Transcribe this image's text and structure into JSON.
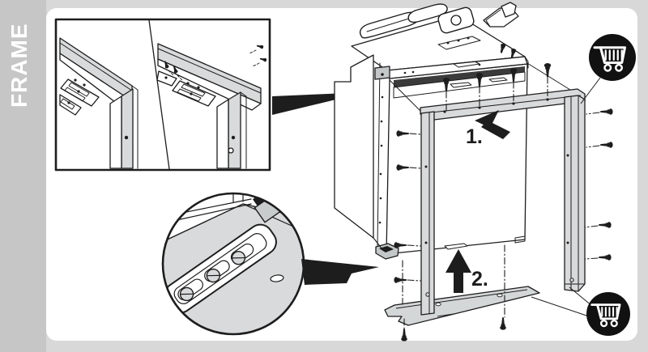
{
  "sidebar": {
    "label": "FRAME"
  },
  "diagram": {
    "steps": [
      {
        "label": "1."
      },
      {
        "label": "2."
      }
    ],
    "icons": [
      {
        "name": "shopping-cart-icon",
        "location": "top-right"
      },
      {
        "name": "shopping-cart-icon",
        "location": "bottom-right"
      }
    ],
    "insets": [
      {
        "name": "frame-corner-comparison",
        "location": "top-left"
      },
      {
        "name": "floor-bracket-closeup",
        "location": "bottom-left"
      }
    ]
  },
  "colors": {
    "page_bg": "#d8d8d8",
    "sidebar_bg": "#c6c6c6",
    "panel_bg": "#ffffff",
    "line": "#1d1d1d",
    "metal_light": "#d8dadb",
    "metal_mid": "#c3c7c8",
    "recess_dark": "#3b3b3b",
    "badge_bg": "#111111",
    "badge_icon": "#ffffff",
    "sidebar_text": "#ffffff",
    "label_text": "#1d1d1d"
  }
}
